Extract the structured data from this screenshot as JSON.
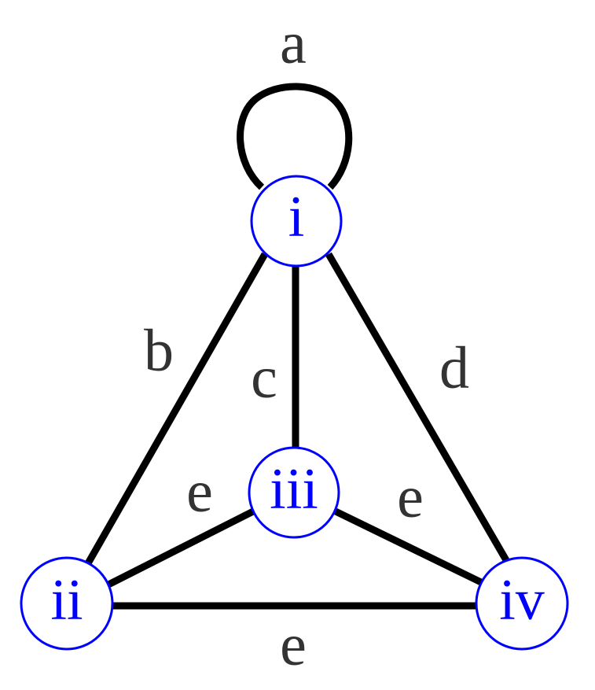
{
  "graph": {
    "nodes": [
      {
        "id": "i",
        "label": "i"
      },
      {
        "id": "ii",
        "label": "ii"
      },
      {
        "id": "iii",
        "label": "iii"
      },
      {
        "id": "iv",
        "label": "iv"
      }
    ],
    "edges": [
      {
        "from": "i",
        "to": "i",
        "label": "a"
      },
      {
        "from": "i",
        "to": "ii",
        "label": "b"
      },
      {
        "from": "i",
        "to": "iii",
        "label": "c"
      },
      {
        "from": "i",
        "to": "iv",
        "label": "d"
      },
      {
        "from": "ii",
        "to": "iii",
        "label": "e"
      },
      {
        "from": "iii",
        "to": "iv",
        "label": "e"
      },
      {
        "from": "ii",
        "to": "iv",
        "label": "e"
      }
    ],
    "colors": {
      "edge": "#000000",
      "node_stroke": "#0000ff",
      "node_text": "#0000ff",
      "edge_label_text": "#333333"
    }
  }
}
